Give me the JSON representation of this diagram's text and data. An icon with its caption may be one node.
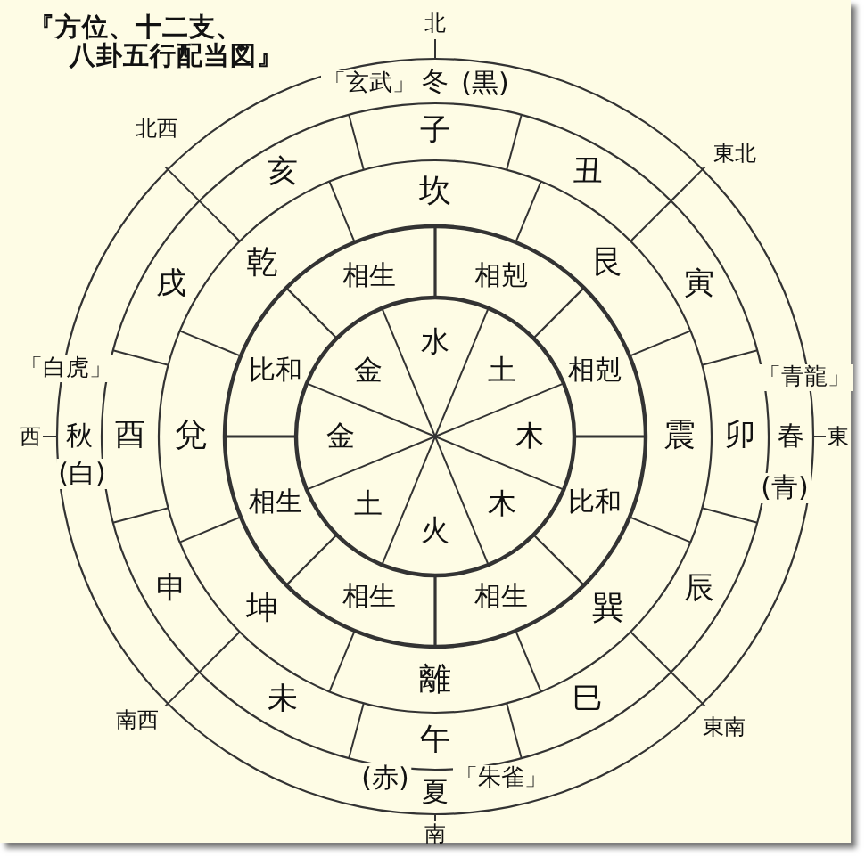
{
  "diagram": {
    "title": "『方位、十二支、八卦五行配当図』",
    "labels": [
      "北",
      "「玄武」",
      "冬",
      "(黒)",
      "北西",
      "子",
      "東北",
      "亥",
      "丑",
      "坎",
      "戌",
      "乾",
      "相生",
      "相剋",
      "艮",
      "寅",
      "水",
      "「白虎」",
      "比和",
      "金",
      "土",
      "相剋",
      "「青龍」",
      "西",
      "秋",
      "酉",
      "兌",
      "金",
      "木",
      "震",
      "卯",
      "春",
      "東",
      "(白)",
      "相生",
      "土",
      "木",
      "比和",
      "(青)",
      "火",
      "申",
      "坤",
      "相生",
      "相生",
      "巽",
      "辰",
      "未",
      "離",
      "巳",
      "南西",
      "東南",
      "午",
      "(赤)",
      "夏",
      "「朱雀」",
      "南"
    ]
  }
}
